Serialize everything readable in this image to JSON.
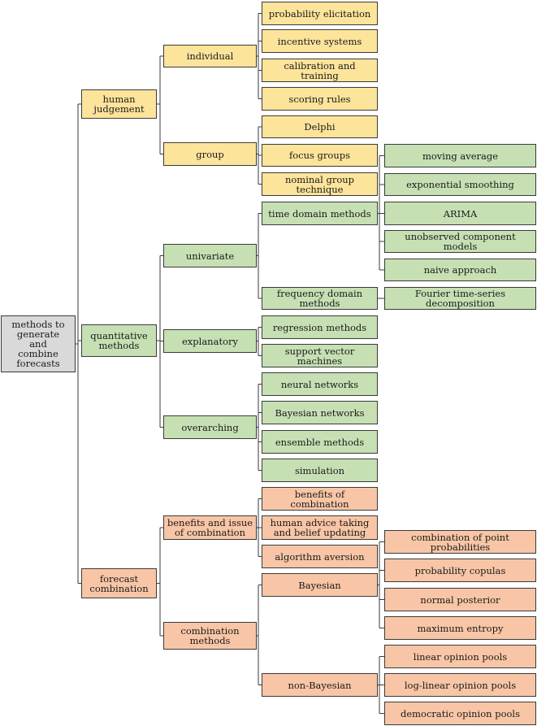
{
  "colors": {
    "root": "#d9d9d9",
    "human": "#fde49b",
    "quant": "#c6e0b4",
    "combo": "#f8c6a6",
    "line": "#3a3a3a"
  },
  "nodes": [
    {
      "id": "root",
      "label": "methods to generate and combine forecasts",
      "group": "root",
      "parent": null
    },
    {
      "id": "human",
      "label": "human judgement",
      "group": "human",
      "parent": "root"
    },
    {
      "id": "quant",
      "label": "quantitative methods",
      "group": "quant",
      "parent": "root"
    },
    {
      "id": "combo",
      "label": "forecast combination",
      "group": "combo",
      "parent": "root"
    },
    {
      "id": "individual",
      "label": "individual",
      "group": "human",
      "parent": "human"
    },
    {
      "id": "group",
      "label": "group",
      "group": "human",
      "parent": "human"
    },
    {
      "id": "prob-elic",
      "label": "probability elicitation",
      "group": "human",
      "parent": "individual"
    },
    {
      "id": "incentive",
      "label": "incentive systems",
      "group": "human",
      "parent": "individual"
    },
    {
      "id": "calibration",
      "label": "calibration and training",
      "group": "human",
      "parent": "individual"
    },
    {
      "id": "scoring",
      "label": "scoring rules",
      "group": "human",
      "parent": "individual"
    },
    {
      "id": "delphi",
      "label": "Delphi",
      "group": "human",
      "parent": "group"
    },
    {
      "id": "focus",
      "label": "focus groups",
      "group": "human",
      "parent": "group"
    },
    {
      "id": "nominal",
      "label": "nominal group technique",
      "group": "human",
      "parent": "group"
    },
    {
      "id": "univariate",
      "label": "univariate",
      "group": "quant",
      "parent": "quant"
    },
    {
      "id": "explanatory",
      "label": "explanatory",
      "group": "quant",
      "parent": "quant"
    },
    {
      "id": "overarching",
      "label": "overarching",
      "group": "quant",
      "parent": "quant"
    },
    {
      "id": "time-domain",
      "label": "time domain methods",
      "group": "quant",
      "parent": "univariate"
    },
    {
      "id": "freq-domain",
      "label": "frequency domain methods",
      "group": "quant",
      "parent": "univariate"
    },
    {
      "id": "moving-avg",
      "label": "moving average",
      "group": "quant",
      "parent": "time-domain"
    },
    {
      "id": "exp-smooth",
      "label": "exponential smoothing",
      "group": "quant",
      "parent": "time-domain"
    },
    {
      "id": "arima",
      "label": "ARIMA",
      "group": "quant",
      "parent": "time-domain"
    },
    {
      "id": "ucm",
      "label": "unobserved component models",
      "group": "quant",
      "parent": "time-domain"
    },
    {
      "id": "naive",
      "label": "naive approach",
      "group": "quant",
      "parent": "time-domain"
    },
    {
      "id": "fourier",
      "label": "Fourier time-series decomposition",
      "group": "quant",
      "parent": "freq-domain"
    },
    {
      "id": "regression",
      "label": "regression methods",
      "group": "quant",
      "parent": "explanatory"
    },
    {
      "id": "svm",
      "label": "support vector machines",
      "group": "quant",
      "parent": "explanatory"
    },
    {
      "id": "neural",
      "label": "neural networks",
      "group": "quant",
      "parent": "overarching"
    },
    {
      "id": "bayes-net",
      "label": "Bayesian networks",
      "group": "quant",
      "parent": "overarching"
    },
    {
      "id": "ensemble",
      "label": "ensemble methods",
      "group": "quant",
      "parent": "overarching"
    },
    {
      "id": "simulation",
      "label": "simulation",
      "group": "quant",
      "parent": "overarching"
    },
    {
      "id": "benefits",
      "label": "benefits and issue of combination",
      "group": "combo",
      "parent": "combo"
    },
    {
      "id": "comb-methods",
      "label": "combination methods",
      "group": "combo",
      "parent": "combo"
    },
    {
      "id": "benefits-of",
      "label": "benefits of combination",
      "group": "combo",
      "parent": "benefits"
    },
    {
      "id": "advice",
      "label": "human advice taking and belief updating",
      "group": "combo",
      "parent": "benefits"
    },
    {
      "id": "aversion",
      "label": "algorithm aversion",
      "group": "combo",
      "parent": "benefits"
    },
    {
      "id": "bayesian",
      "label": "Bayesian",
      "group": "combo",
      "parent": "comb-methods"
    },
    {
      "id": "non-bayesian",
      "label": "non-Bayesian",
      "group": "combo",
      "parent": "comb-methods"
    },
    {
      "id": "point-prob",
      "label": "combination of point probabilities",
      "group": "combo",
      "parent": "bayesian"
    },
    {
      "id": "copulas",
      "label": "probability copulas",
      "group": "combo",
      "parent": "bayesian"
    },
    {
      "id": "normal-post",
      "label": "normal posterior",
      "group": "combo",
      "parent": "bayesian"
    },
    {
      "id": "max-entropy",
      "label": "maximum entropy",
      "group": "combo",
      "parent": "bayesian"
    },
    {
      "id": "linear-pools",
      "label": "linear opinion pools",
      "group": "combo",
      "parent": "non-bayesian"
    },
    {
      "id": "loglinear-pools",
      "label": "log-linear opinion pools",
      "group": "combo",
      "parent": "non-bayesian"
    },
    {
      "id": "democratic-pools",
      "label": "democratic opinion pools",
      "group": "combo",
      "parent": "non-bayesian"
    }
  ]
}
